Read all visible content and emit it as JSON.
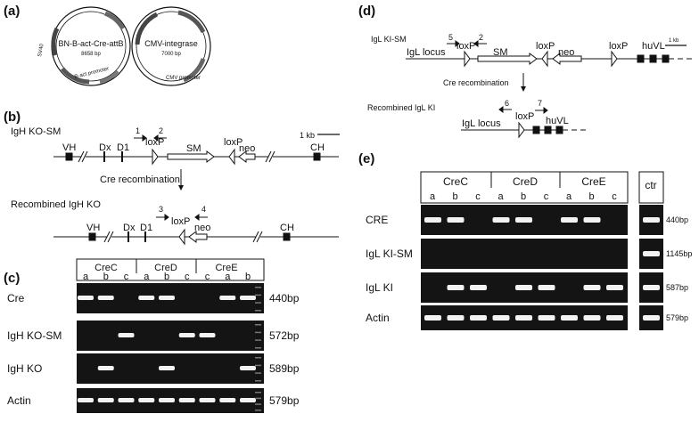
{
  "panels": {
    "a": {
      "label": "(a)",
      "plasmid1": {
        "name": "BN-B-act-Cre-attB",
        "size": "8658 bp",
        "feature_promoter": "B-act promoter",
        "feature_small": "SV40"
      },
      "plasmid2": {
        "name": "CMV-integrase",
        "size": "7000 bp",
        "feature_promoter": "CMV promoter"
      }
    },
    "b": {
      "label": "(b)",
      "top_title": "IgH KO-SM",
      "top_labels": {
        "vh": "VH",
        "dx": "Dx",
        "d1": "D1",
        "sm": "SM",
        "loxp1": "loxP",
        "loxp2": "loxP",
        "neo": "neo",
        "ch": "CH",
        "p1": "1",
        "p2": "2",
        "scale": "1 kb"
      },
      "arrow_label": "Cre recombination",
      "bottom_title": "Recombined IgH KO",
      "bottom_labels": {
        "vh": "VH",
        "dx": "Dx",
        "d1": "D1",
        "loxp": "loxP",
        "neo": "neo",
        "ch": "CH",
        "p3": "3",
        "p4": "4"
      }
    },
    "c": {
      "label": "(c)",
      "groups": [
        "CreC",
        "CreD",
        "CreE"
      ],
      "lanes": [
        {
          "label": "a",
          "cre": 1,
          "kosm": 0,
          "ko": 0,
          "actin": 1
        },
        {
          "label": "b",
          "cre": 1,
          "kosm": 0,
          "ko": 1,
          "actin": 1
        },
        {
          "label": "c",
          "cre": 0,
          "kosm": 1,
          "ko": 0,
          "actin": 1
        },
        {
          "label": "a",
          "cre": 1,
          "kosm": 0,
          "ko": 0,
          "actin": 1
        },
        {
          "label": "b",
          "cre": 1,
          "kosm": 0,
          "ko": 1,
          "actin": 1
        },
        {
          "label": "c",
          "cre": 0,
          "kosm": 1,
          "ko": 0,
          "actin": 1
        },
        {
          "label": "c",
          "cre": 0,
          "kosm": 1,
          "ko": 0,
          "actin": 1
        },
        {
          "label": "a",
          "cre": 1,
          "kosm": 0,
          "ko": 0,
          "actin": 1
        },
        {
          "label": "b",
          "cre": 1,
          "kosm": 0,
          "ko": 1,
          "actin": 1
        }
      ],
      "rows": [
        {
          "label": "Cre",
          "size": "440bp"
        },
        {
          "label": "IgH KO-SM",
          "size": "572bp"
        },
        {
          "label": "IgH KO",
          "size": "589bp"
        },
        {
          "label": "Actin",
          "size": "579bp"
        }
      ]
    },
    "d": {
      "label": "(d)",
      "top_title": "IgL KI-SM",
      "top_labels": {
        "locus": "IgL locus",
        "sm": "SM",
        "loxp1": "loxP",
        "loxp2": "loxP",
        "loxp3": "loxP",
        "neo": "neo",
        "huvl": "huVL",
        "p5": "5",
        "p2": "2",
        "scale": "1 kb"
      },
      "arrow_label": "Cre recombination",
      "bottom_title": "Recombined IgL KI",
      "bottom_labels": {
        "locus": "IgL locus",
        "loxp": "loxP",
        "huvl": "huVL",
        "p6": "6",
        "p7": "7"
      }
    },
    "e": {
      "label": "(e)",
      "groups": [
        "CreC",
        "CreD",
        "CreE"
      ],
      "ctr_label": "ctr",
      "lanes": [
        {
          "label": "a",
          "cre": 1,
          "kism": 0,
          "ki": 0,
          "actin": 1
        },
        {
          "label": "b",
          "cre": 1,
          "kism": 0,
          "ki": 1,
          "actin": 1
        },
        {
          "label": "c",
          "cre": 0,
          "kism": 0,
          "ki": 1,
          "actin": 1
        },
        {
          "label": "a",
          "cre": 1,
          "kism": 0,
          "ki": 0,
          "actin": 1
        },
        {
          "label": "b",
          "cre": 1,
          "kism": 0,
          "ki": 1,
          "actin": 1
        },
        {
          "label": "c",
          "cre": 0,
          "kism": 0,
          "ki": 1,
          "actin": 1
        },
        {
          "label": "a",
          "cre": 1,
          "kism": 0,
          "ki": 0,
          "actin": 1
        },
        {
          "label": "b",
          "cre": 1,
          "kism": 0,
          "ki": 1,
          "actin": 1
        },
        {
          "label": "c",
          "cre": 0,
          "kism": 0,
          "ki": 1,
          "actin": 1
        }
      ],
      "ctr": {
        "cre": 1,
        "kism": 1,
        "ki": 1,
        "actin": 1
      },
      "rows": [
        {
          "label": "CRE",
          "size": "440bp"
        },
        {
          "label": "IgL KI-SM",
          "size": "1145bp"
        },
        {
          "label": "IgL KI",
          "size": "587bp"
        },
        {
          "label": "Actin",
          "size": "579bp"
        }
      ]
    }
  },
  "colors": {
    "gel_bg": "#141414",
    "band": "#f2f2f2",
    "line": "#111111"
  }
}
